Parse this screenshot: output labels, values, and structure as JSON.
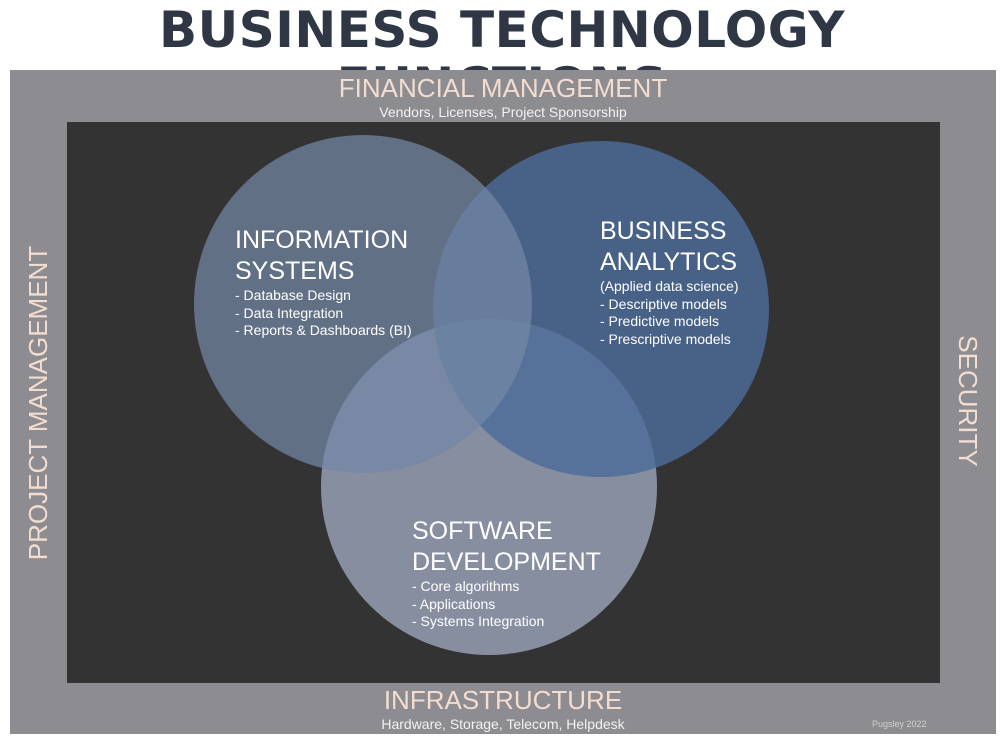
{
  "title": "BUSINESS TECHNOLOGY FUNCTIONS",
  "top_band": {
    "title": "FINANCIAL MANAGEMENT",
    "subtitle": "Vendors, Licenses, Project Sponsorship"
  },
  "bottom_band": {
    "title": "INFRASTRUCTURE",
    "subtitle": "Hardware, Storage, Telecom, Helpdesk"
  },
  "left_band": {
    "title": "PROJECT MANAGEMENT"
  },
  "right_band": {
    "title": "SECURITY"
  },
  "circles": {
    "information_systems": {
      "heading1": "INFORMATION",
      "heading2": "SYSTEMS",
      "items": [
        "- Database Design",
        "- Data Integration",
        "- Reports & Dashboards (BI)"
      ],
      "color": "#6a7fa0"
    },
    "business_analytics": {
      "heading1": "BUSINESS",
      "heading2": "ANALYTICS",
      "note": "(Applied data science)",
      "items": [
        "- Descriptive models",
        "- Predictive models",
        "- Prescriptive models"
      ],
      "color": "#4d6b99"
    },
    "software_development": {
      "heading1": "SOFTWARE",
      "heading2": "DEVELOPMENT",
      "items": [
        "- Core algorithms",
        "- Applications",
        "- Systems Integration"
      ],
      "color": "#a4aec4"
    }
  },
  "credit": "Pugsley 2022"
}
